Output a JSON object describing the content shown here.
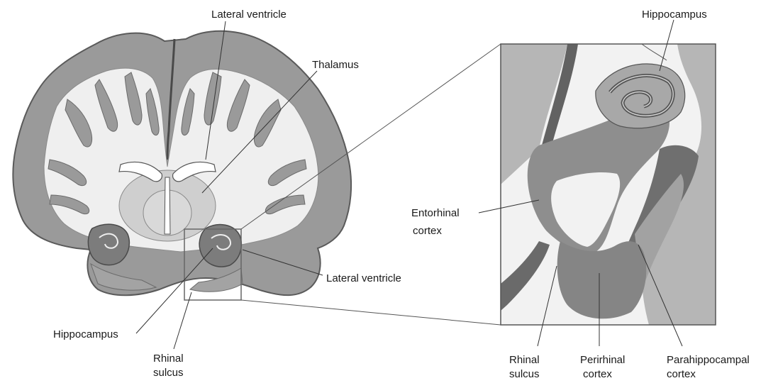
{
  "labels": {
    "brain_lateral_ventricle_top": "Lateral ventricle",
    "brain_thalamus": "Thalamus",
    "brain_lateral_ventricle_right": "Lateral ventricle",
    "brain_hippocampus": "Hippocampus",
    "brain_rhinal_sulcus_line1": "Rhinal",
    "brain_rhinal_sulcus_line2": "sulcus",
    "inset_hippocampus": "Hippocampus",
    "inset_entorhinal_line1": "Entorhinal",
    "inset_entorhinal_line2": "cortex",
    "inset_rhinal_line1": "Rhinal",
    "inset_rhinal_line2": "sulcus",
    "inset_perirhinal_line1": "Perirhinal",
    "inset_perirhinal_line2": "cortex",
    "inset_parahippocampal_line1": "Parahippocampal",
    "inset_parahippocampal_line2": "cortex"
  },
  "colors": {
    "white_matter": "#efefef",
    "gray_matter": "#9a9a9a",
    "outline": "#5a5a5a",
    "light_region": "#b6b6b6",
    "entorhinal": "#8e8e8e",
    "perirhinal": "#858585",
    "parahippocampal": "#a2a2a2",
    "dark_band": "#626262",
    "subcortical": "#cfcfcf"
  }
}
